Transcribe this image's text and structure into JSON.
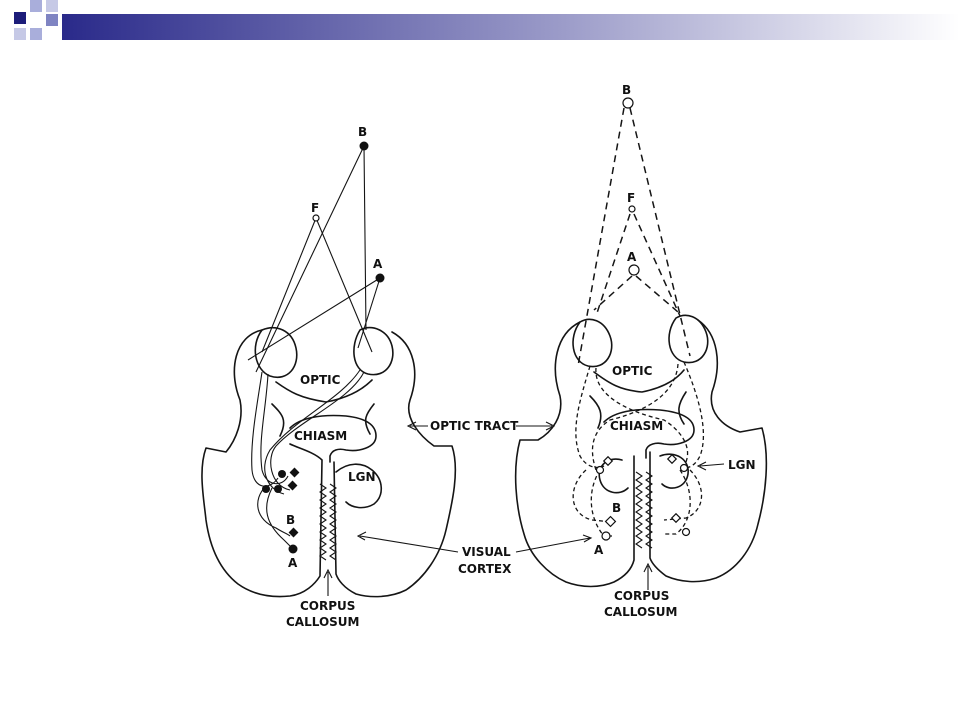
{
  "colors": {
    "header_navy": "#1d1d7a",
    "header_square_light": "#a9aedb",
    "header_gradient_start": "#2a2a8a",
    "header_gradient_end": "#ffffff",
    "ink": "#151515"
  },
  "left_diagram": {
    "point_b": "B",
    "point_f": "F",
    "point_a": "A",
    "label_optic": "OPTIC",
    "label_chiasm": "CHIASM",
    "label_lgn": "LGN",
    "cortex_point_b": "B",
    "cortex_point_a": "A",
    "label_corpus": "CORPUS",
    "label_callosum": "CALLOSUM"
  },
  "right_diagram": {
    "point_b": "B",
    "point_f": "F",
    "point_a": "A",
    "label_optic": "OPTIC",
    "label_chiasm": "CHIASM",
    "label_lgn": "LGN",
    "cortex_point_b": "B",
    "cortex_point_a": "A",
    "label_corpus": "CORPUS",
    "label_callosum": "CALLOSUM"
  },
  "shared_labels": {
    "optic_tract": "OPTIC TRACT",
    "visual": "VISUAL",
    "cortex": "CORTEX"
  }
}
